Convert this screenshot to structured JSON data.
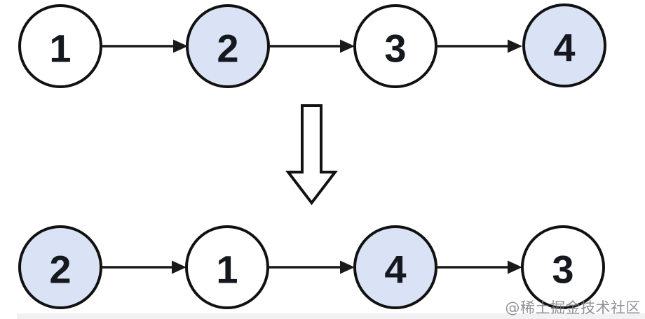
{
  "colors": {
    "background": "#ffffff",
    "node_default_fill": "#ffffff",
    "node_highlight_fill": "#dae3f5",
    "node_stroke": "#111111",
    "value_text": "#15181e",
    "arrow": "#1a1a1a",
    "watermark_text_gray": "#7d7d80",
    "footer_band_gray": "#f1f1f4"
  },
  "before_list": {
    "description": "linked list before pair swap",
    "nodes": [
      {
        "value": "1",
        "highlighted": false,
        "fill": "#ffffff"
      },
      {
        "value": "2",
        "highlighted": true,
        "fill": "#dae3f5"
      },
      {
        "value": "3",
        "highlighted": false,
        "fill": "#ffffff"
      },
      {
        "value": "4",
        "highlighted": true,
        "fill": "#dae3f5"
      }
    ]
  },
  "after_list": {
    "description": "linked list after pair swap",
    "nodes": [
      {
        "value": "2",
        "highlighted": true,
        "fill": "#dae3f5"
      },
      {
        "value": "1",
        "highlighted": false,
        "fill": "#ffffff"
      },
      {
        "value": "4",
        "highlighted": true,
        "fill": "#dae3f5"
      },
      {
        "value": "3",
        "highlighted": false,
        "fill": "#ffffff"
      }
    ]
  },
  "transform_arrow": {
    "direction": "down"
  },
  "watermark": {
    "text": "@稀土掘金技术社区"
  }
}
